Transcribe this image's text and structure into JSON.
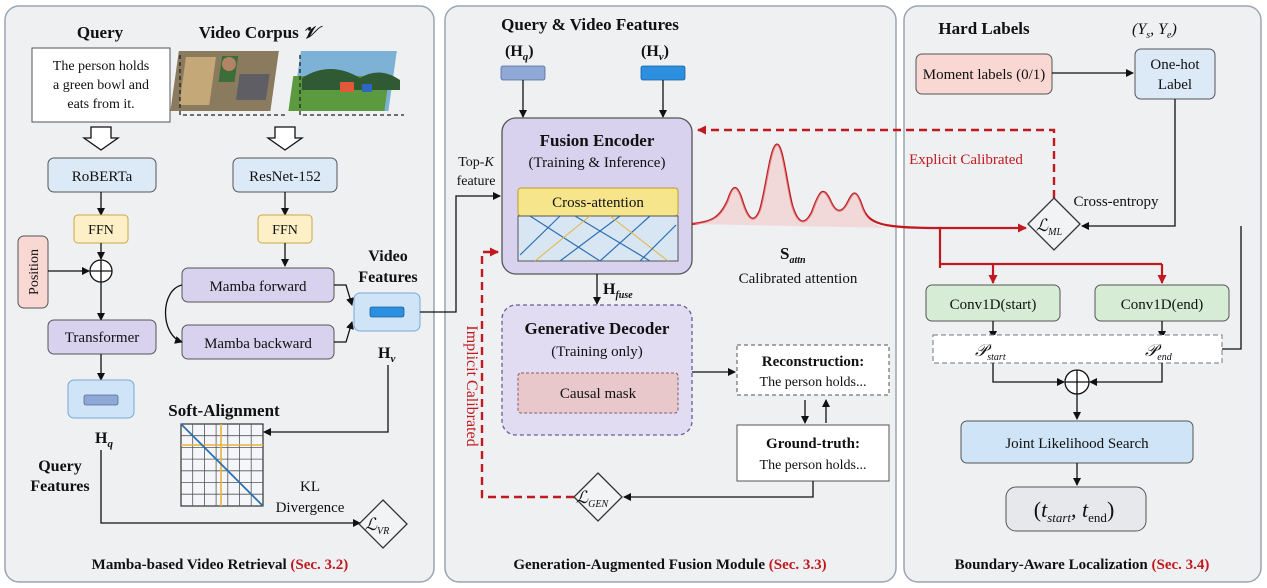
{
  "left_panel": {
    "query_title": "Query",
    "corpus_title": "Video Corpus",
    "corpus_symbol": "𝒱",
    "query_text": [
      "The person holds",
      "a green bowl and",
      "eats from it."
    ],
    "roberta": "RoBERTa",
    "resnet": "ResNet-152",
    "ffn": "FFN",
    "position": "Position",
    "transformer": "Transformer",
    "mamba_forward": "Mamba forward",
    "mamba_backward": "Mamba backward",
    "video_features": [
      "Video",
      "Features"
    ],
    "hv": "H",
    "hv_sub": "v",
    "hq": "H",
    "hq_sub": "q",
    "query_features": [
      "Query",
      "Features"
    ],
    "soft_alignment": "Soft-Alignment",
    "kl": [
      "KL",
      "Divergence"
    ],
    "l_vr": "ℒ",
    "l_vr_sub": "VR",
    "footer": "Mamba-based Video Retrieval",
    "footer_sec": "(Sec. 3.2)"
  },
  "mid_panel": {
    "title": "Query & Video Features",
    "hq": "(H",
    "hq_sub": "q",
    "hv": "(H",
    "hv_sub": "v",
    "topk": [
      "Top-",
      "K",
      "feature"
    ],
    "fusion_title": "Fusion Encoder",
    "fusion_sub": "(Training & Inference)",
    "cross_attention": "Cross-attention",
    "h_fuse": "H",
    "h_fuse_sub": "fuse",
    "gen_title": "Generative Decoder",
    "gen_sub": "(Training only)",
    "causal_mask": "Causal mask",
    "implicit": "Implicit Calibrated",
    "reconstruction_title": "Reconstruction:",
    "reconstruction_text": "The person holds...",
    "gt_title": "Ground-truth:",
    "gt_text": "The person holds...",
    "l_gen": "ℒ",
    "l_gen_sub": "GEN",
    "s_attn": "S",
    "s_attn_sub": "attn",
    "calibrated_attention": "Calibrated attention",
    "explicit": "Explicit Calibrated",
    "footer": "Generation-Augmented Fusion Module",
    "footer_sec": "(Sec. 3.3)"
  },
  "right_panel": {
    "title": "Hard Labels",
    "ys_ye": "(Y",
    "ys_sub": "s",
    "ye_sub": "e",
    "moment_labels": "Moment labels (0/1)",
    "one_hot": [
      "One-hot",
      "Label"
    ],
    "cross_entropy": "Cross-entropy",
    "l_ml": "ℒ",
    "l_ml_sub": "ML",
    "conv_start": "Conv1D(start)",
    "conv_end": "Conv1D(end)",
    "p_start": "𝒫",
    "p_start_sub": "start",
    "p_end": "𝒫",
    "p_end_sub": "end",
    "joint": "Joint Likelihood Search",
    "t_start": "t",
    "t_start_sub": "start",
    "t_end": "t",
    "t_end_sub": "end",
    "footer": "Boundary-Aware Localization",
    "footer_sec": "(Sec. 3.4)"
  },
  "colors": {
    "blue_box": "#dce9f7",
    "yellow_box": "#fdf0c6",
    "purple_box": "#d9d2ee",
    "green_box": "#d6ecd4",
    "pink_box": "#f9d7d3",
    "red": "#c0191f",
    "panel_border": "#9aa5b1"
  }
}
